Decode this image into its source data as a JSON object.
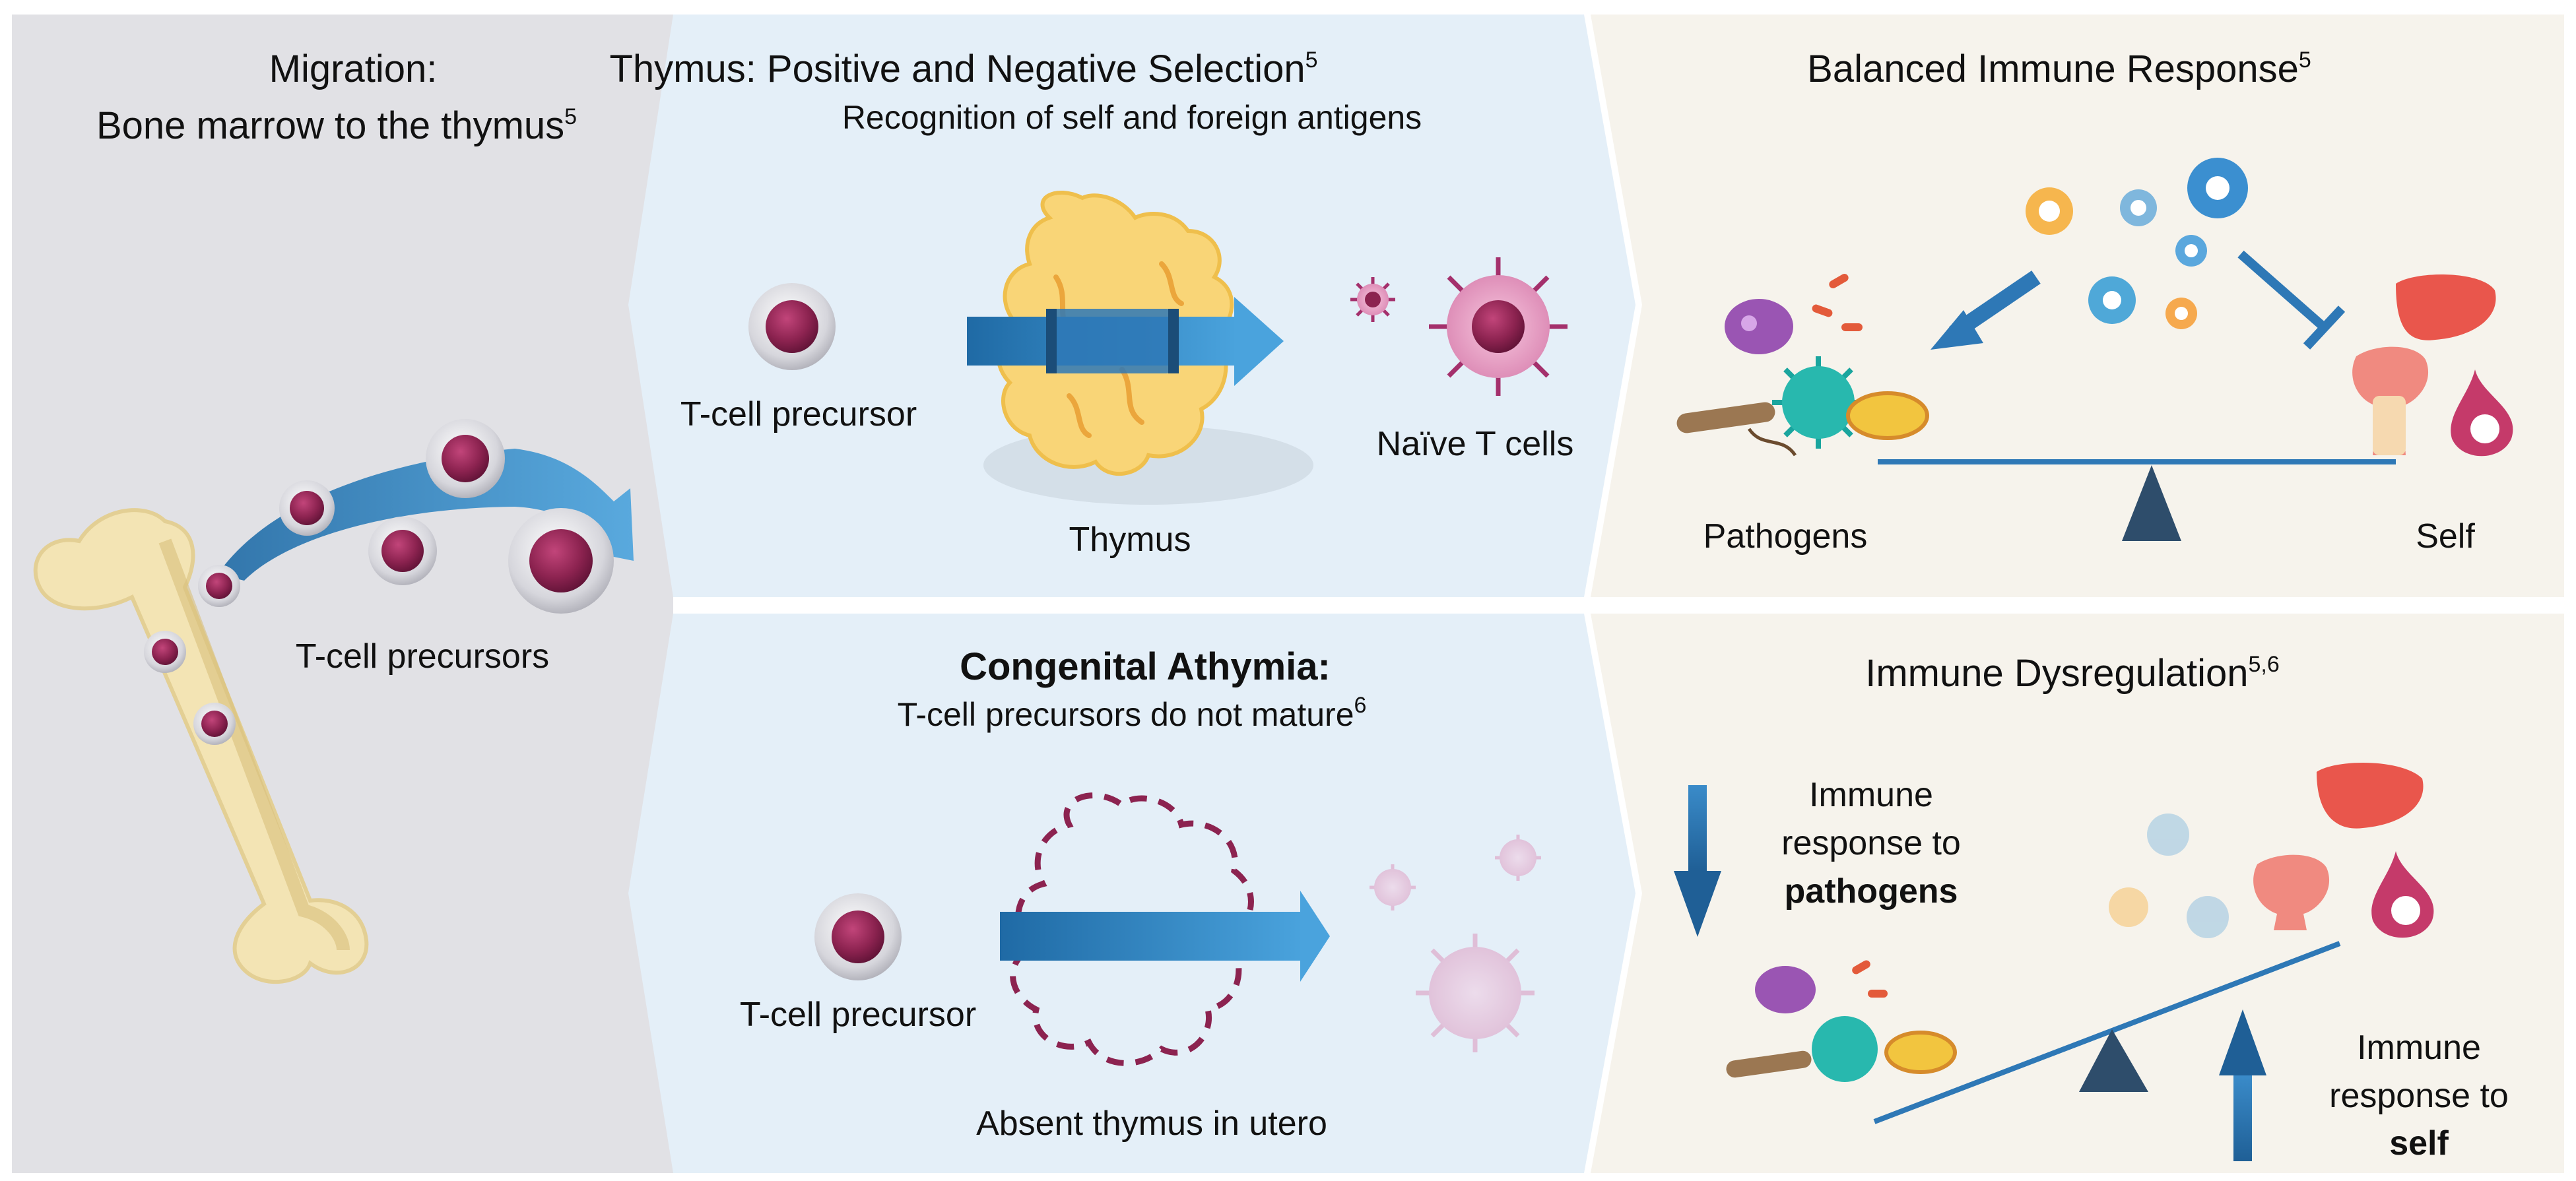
{
  "colors": {
    "panel_grey": "#e1e1e5",
    "panel_blue": "#e4eff8",
    "panel_cream": "#f6f3ec",
    "arrow_blue": "#2e78b6",
    "cell_core": "#8c2350",
    "bone": "#f3e4b4",
    "thymus": "#f9d577",
    "seesaw_line": "#2e78b6",
    "fulcrum": "#2e4d6b",
    "liver": "#e9564c"
  },
  "migration": {
    "title_line1": "Migration:",
    "title_line2": "Bone marrow to the thymus",
    "title_sup": "5",
    "cells_label": "T-cell precursors"
  },
  "selection": {
    "title": "Thymus: Positive and Negative Selection",
    "title_sup": "5",
    "subtitle": "Recognition of self and foreign antigens",
    "precursor_label": "T-cell precursor",
    "thymus_label": "Thymus",
    "naive_label": "Naïve T cells"
  },
  "athymia": {
    "title": "Congenital Athymia:",
    "subtitle": "T-cell precursors do not mature",
    "subtitle_sup": "6",
    "precursor_label": "T-cell precursor",
    "absent_label": "Absent thymus in utero"
  },
  "balanced": {
    "title": "Balanced Immune Response",
    "title_sup": "5",
    "left_label": "Pathogens",
    "right_label": "Self"
  },
  "dysregulation": {
    "title": "Immune Dysregulation",
    "title_sup": "5,6",
    "down_line1": "Immune",
    "down_line2": "response to",
    "down_line3": "pathogens",
    "up_line1": "Immune",
    "up_line2": "response to",
    "up_line3": "self"
  }
}
